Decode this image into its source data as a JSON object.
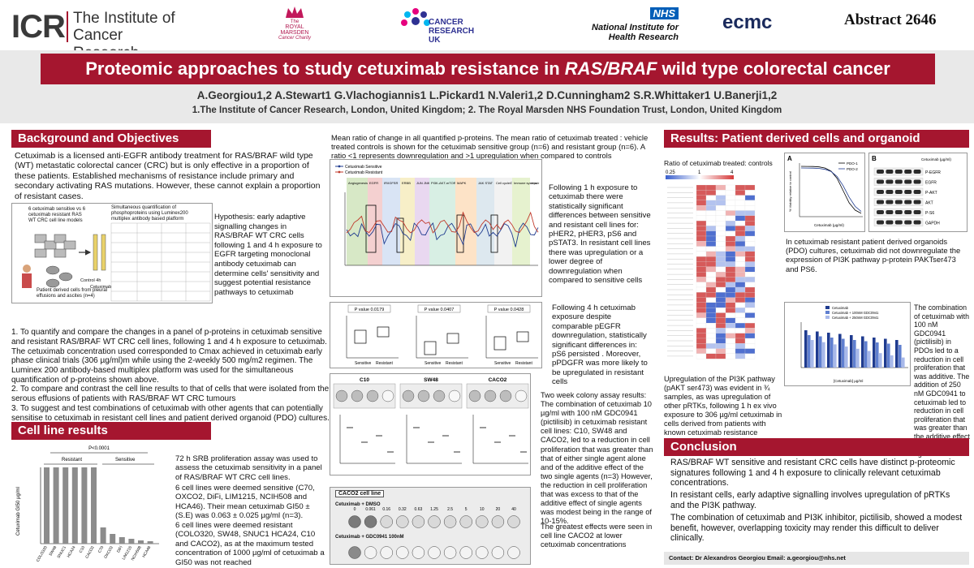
{
  "header": {
    "icr_mark": "ICR",
    "icr_name_line1": "The Institute of",
    "icr_name_line2": "Cancer Research",
    "rm_line1": "The",
    "rm_line2": "ROYAL",
    "rm_line3": "MARSDEN",
    "rm_line4": "Cancer Charity",
    "cruk_line1": "CANCER",
    "cruk_line2": "RESEARCH",
    "cruk_line3": "UK",
    "nihr_badge": "NHS",
    "nihr_line1": "National Institute for",
    "nihr_line2": "Health Research",
    "ecmc": "ecmc",
    "abstract": "Abstract 2646"
  },
  "title": {
    "text_before": "Proteomic approaches to study cetuximab resistance in ",
    "text_italic": "RAS/BRAF",
    "text_after": " wild type colorectal cancer"
  },
  "authors": {
    "names": "A.Georgiou1,2  A.Stewart1  G.Vlachogiannis1  L.Pickard1  N.Valeri1,2  D.Cunningham2  S.R.Whittaker1  U.Banerji1,2",
    "affiliations": "1.The Institute of Cancer Research, London, United Kingdom;  2. The Royal Marsden NHS Foundation Trust, London, United Kingdom"
  },
  "background": {
    "heading": "Background and Objectives",
    "intro": "Cetuximab is a licensed anti-EGFR antibody treatment for RAS/BRAF wild type (WT) metastatic colorectal cancer (CRC) but is only effective in a proportion of these patients. Established mechanisms of resistance include primary and secondary activating RAS mutations. However, these cannot explain a proportion of resistant cases.",
    "fig_label1": "6 cetuximab sensitive vs 6 cetuximab resistant RAS WT CRC cell line models",
    "fig_label2": "Simultaneous quantification of phosphoproteins using Luminex200 multiplex antibody based platform",
    "fig_label3": "Patient derived cells from pleural effusions and ascites (n=4)",
    "fig_control": "Control 4h",
    "fig_cetux": "Cetuximab",
    "hypothesis": "Hypothesis: early adaptive signalling changes in RAS/BRAF WT CRC cells following 1 and 4 h exposure to EGFR targeting monoclonal antibody cetuximab can determine cells' sensitivity and suggest potential resistance pathways to cetuximab",
    "objective1": "1. To quantify and compare the changes in a panel of p-proteins in cetuximab sensitive and resistant RAS/BRAF WT CRC cell lines, following 1 and 4 h exposure to cetuximab. The cetuximab concentration used corresponded to Cmax achieved in cetuximab early phase clinical trials (306 µg/ml)m while using the 2-weekly 500 mg/m2 regimen. The Luminex 200 antibody-based multiplex platform was used for the simultaneous quantification of p-proteins shown above.",
    "objective2": "2. To compare and contrast the cell line results to that of cells that were isolated from the serous effusions of patients with RAS/BRAF WT CRC tumours",
    "objective3": "3. To suggest and test combinations of cetuximab with other agents that can potentially sensitise to cetuximab in resistant cell lines and patient derived organoid (PDO) cultures."
  },
  "cell_line": {
    "heading": "Cell line results",
    "pvalue": "P<0.0001",
    "resistant": "Resistant",
    "sensitive": "Sensitive",
    "ylabel": "Cetuximab GI50 µg/ml",
    "text1": "72 h SRB proliferation assay was used to assess the cetuximab sensitivity in a panel of RAS/BRAF WT CRC cell lines.",
    "text2": "6 cell lines were deemed sensitive (C70, OXCO2, DiFi, LIM1215, NCIH508 and HCA46). Their mean cetuximab GI50 ± (S.E) was 0.063 ± 0.025 µg/ml (n=3).",
    "text3": "6 cell lines were deemed resistant (COLO320, SW48, SNUC1 HCA24, C10 and CACO2), as at the maximum tested concentration of 1000 µg/ml of cetuximab a GI50 was not reached"
  },
  "middle": {
    "ratio_text": "Mean ratio of change in all quantified p-proteins. The mean ratio of cetuximab treated : vehicle treated controls is shown for the cetuximab sensitive group (n=6) and resistant group (n=6). A ratio <1 represents downregulation and >1 upregulation when compared to controls",
    "legend_sensitive": "Cetuximab Sensitive",
    "legend_resistant": "Cetuximab Resistant",
    "pathways": [
      "Angiogenesis RTKS",
      "EGFR",
      "IR/IGFSR",
      "ERBB",
      "JUN JNK",
      "PI3K-AKT-mTOR",
      "MAPK",
      "JAK STAT",
      "Cell cycle/DNA damage repair",
      "Immune system"
    ],
    "text_1h": "Following 1 h exposure to cetuximab there were statistically significant differences between sensitive and resistant cell lines for: pHER2, pHER3, pS6 and pSTAT3. In resistant cell lines there was upregulation or a lower degree of downregulation when compared to sensitive cells",
    "pvals": [
      "P value 0.0179",
      "P value 0.0407",
      "P value 0.0428"
    ],
    "box_sensitive": "Sensitive",
    "box_resistant": "Resistant",
    "text_4h": "Following 4 h cetuximab exposure despite comparable pEGFR downregulation, statistically significant differences in: pS6 persisted . Moreover, pPDGFR was more likely to be upregulated in resistant cells",
    "colony_lines": [
      "C10",
      "SW48",
      "CACO2"
    ],
    "text_colony": "Two week colony assay results: The combination of cetuximab 10 µg/ml with 100 nM GDC0941 (pictilisib) in cetuximab resistant cell lines: C10, SW48 and CACO2, led to a reduction in cell proliferation that was greater than that of either single agent alone and of the additive effect of the two single agents (n=3) However, the reduction in cell proliferation that was excess to that of the additive effect of single agents was modest being in the range of 10-15%.",
    "caco_title": "CACO2 cell line",
    "caco_row1": "Cetuximab + DMSO",
    "caco_row2": "Cetuximab + GDC0941 100nM",
    "caco_conc": [
      "0",
      "0.061",
      "0.16",
      "0.32",
      "0.63",
      "1.25",
      "2.5",
      "5",
      "10",
      "20",
      "40"
    ],
    "text_caco": "The greatest effects were seen in cell line CACO2 at lower cetuximab concentrations"
  },
  "right": {
    "heading": "Results: Patient derived cells and organoid cultures",
    "heatmap_label": "Ratio of cetuximab treated: controls",
    "scale": [
      "0.25",
      "1",
      "4"
    ],
    "panel_a": "A",
    "panel_b": "B",
    "pdo1": "PDO-1",
    "pdo2": "PDO-2",
    "pdo_xlabel": "Cetuximab (µg/ml)",
    "pdo_ylabel": "% Viability relative to control",
    "wb_title": "Cetuximab (µg/ml)",
    "wb_labels": [
      "P-EGFR",
      "EGFR",
      "P-AKT",
      "AKT",
      "P-S6",
      "GAPDH"
    ],
    "text_pdo": "In cetuximab resistant patient derived organoids (PDO) cultures, cetuximab did not downregulate the expression of PI3K pathway p-protein PAKTser473 and PS6.",
    "bar_legend": [
      "Cetuximab",
      "Cetuximab + 100nM GDC0941",
      "Cetuximab + 250nM GDC0941"
    ],
    "bar_xlabel": "[Cetuximab] µg/ml",
    "text_combo": "The combination of cetuximab with 100 nM GDC0941 (pictilisib) in PDOs led to a reduction in cell proliferation that was additive. The addition of 250 nM GDC0941 to cetuximab led to reduction in cell proliferation that was greater than the additive effect of the two single agents",
    "text_pi3k": "Upregulation of the PI3K pathway (pAKT ser473) was evident in ¾ samples, as was upregulation of other pRTKs, following 1 h ex vivo exposure to 306 µg/ml cetuximab in cells derived from patients with known cetuximab resistance"
  },
  "conclusion": {
    "heading": "Conclusion",
    "p1": "RAS/BRAF WT sensitive and resistant CRC cells have distinct p-proteomic signatures following 1 and 4 h exposure to clinically relevant cetuximab concentrations.",
    "p2": "In resistant cells, early adaptive signalling involves upregulation of pRTKs and the PI3K pathway.",
    "p3": "The combination of cetuximab and PI3K inhibitor, pictilisib, showed a modest benefit, however, overlapping toxicity may render this difficult to deliver clinically."
  },
  "contact": "Contact: Dr Alexandros Georgiou   Email: a.georgiou@nhs.net",
  "colors": {
    "maroon": "#a5162f",
    "grey_panel": "#ececec",
    "red_line": "#c0392b",
    "blue_line": "#1f3b8f"
  }
}
